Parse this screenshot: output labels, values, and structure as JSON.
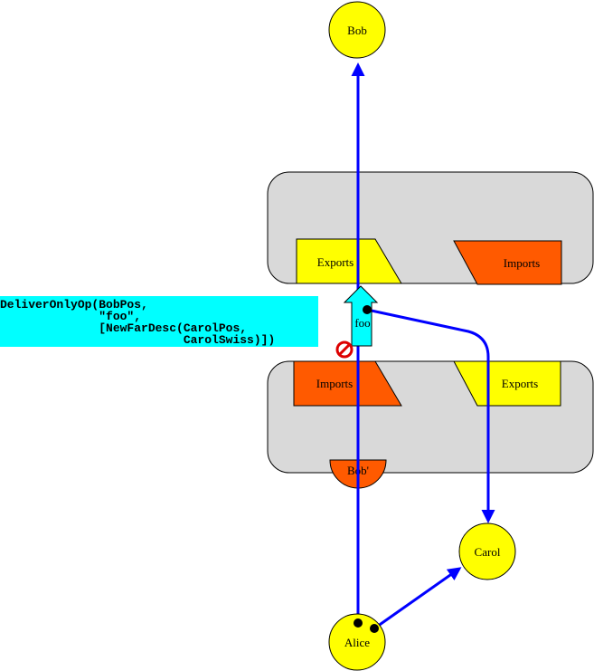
{
  "nodes": {
    "bob": "Bob",
    "carol": "Carol",
    "alice": "Alice",
    "bob_proxy": "Bob'"
  },
  "vat_upper": {
    "exports": "Exports",
    "imports": "Imports"
  },
  "vat_lower": {
    "imports": "Imports",
    "exports": "Exports"
  },
  "message": {
    "label": "foo"
  },
  "code": {
    "lines": [
      "DeliverOnlyOp(BobPos,",
      "              \"foo\",",
      "              [NewFarDesc(CarolPos,",
      "                          CarolSwiss)])"
    ]
  },
  "colors": {
    "node_fill": "#ffff00",
    "imports_fill": "#ff5a00",
    "vat_fill": "#d9d9d9",
    "arrow": "#0000ff",
    "message_fill": "#00ffff",
    "code_bg": "#00ffff",
    "blocked": "#dd0000"
  }
}
